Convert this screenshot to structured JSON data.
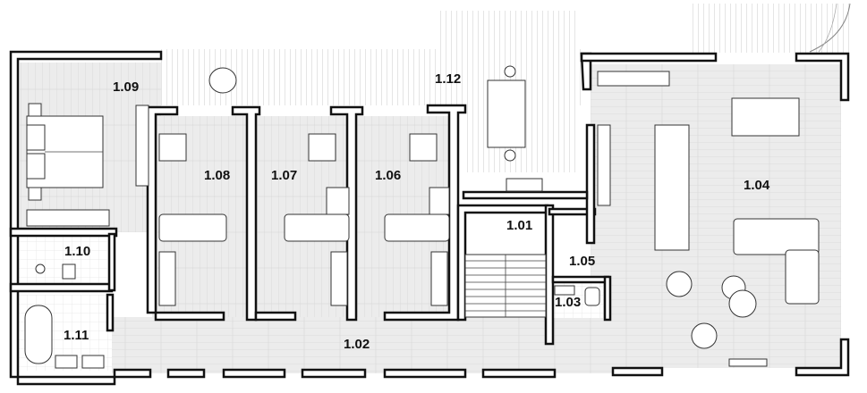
{
  "rooms": {
    "r101": "1.01",
    "r102": "1.02",
    "r103": "1.03",
    "r104": "1.04",
    "r105": "1.05",
    "r106": "1.06",
    "r107": "1.07",
    "r108": "1.08",
    "r109": "1.09",
    "r110": "1.10",
    "r111": "1.11",
    "r112": "1.12"
  },
  "colors": {
    "wall": "#111111",
    "floor_wood": "#e9e9e9",
    "deck_hatch": "#b5b5b5",
    "background": "#ffffff"
  }
}
